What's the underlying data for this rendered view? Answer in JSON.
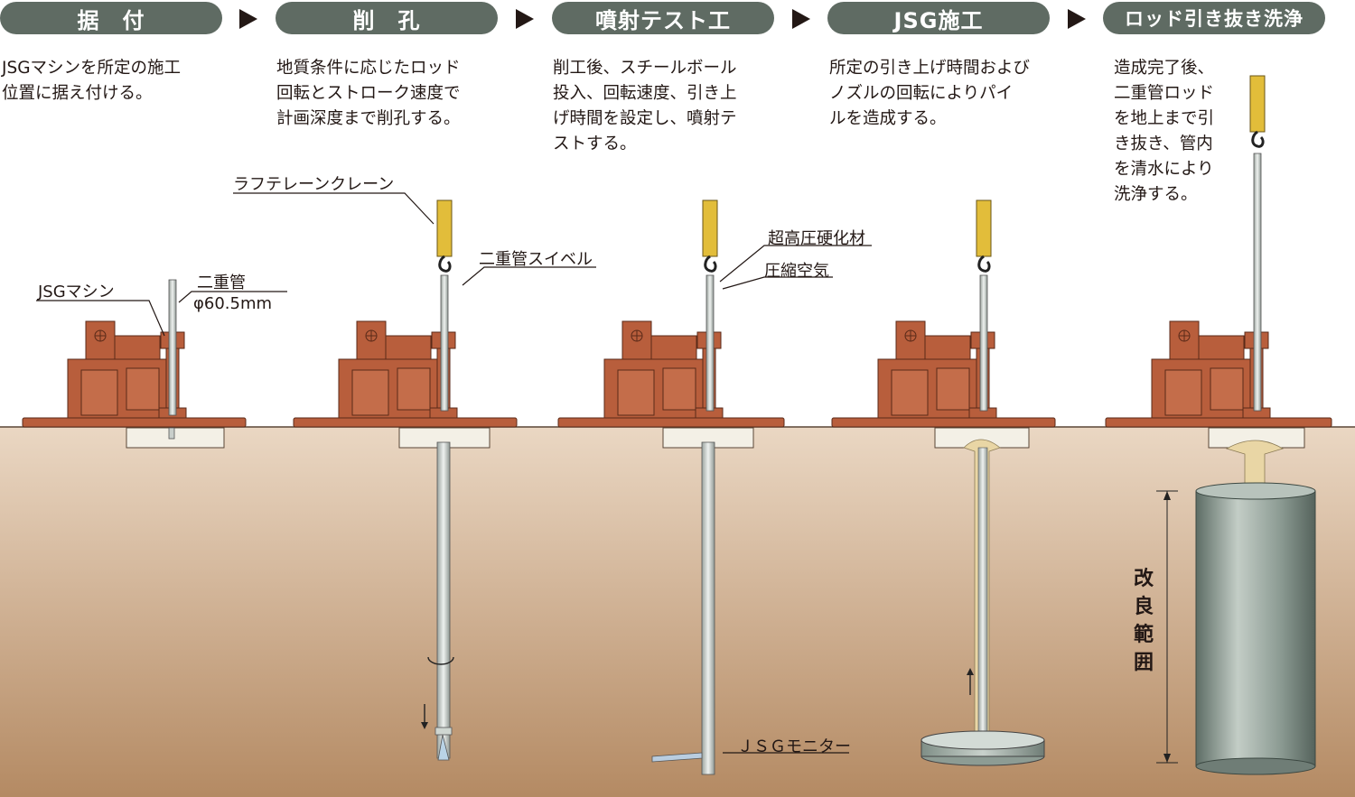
{
  "steps": [
    {
      "title": "据　付",
      "desc": "JSGマシンを所定の施工\n位置に据え付ける。"
    },
    {
      "title": "削　孔",
      "desc": "地質条件に応じたロッド\n回転とストローク速度で\n計画深度まで削孔する。"
    },
    {
      "title": "噴射テスト工",
      "desc": "削工後、スチールボール\n投入、回転速度、引き上\nげ時間を設定し、噴射テ\nストする。"
    },
    {
      "title": "JSG施工",
      "desc": "所定の引き上げ時間および\nノズルの回転によりパイ\nルを造成する。"
    },
    {
      "title": "ロッド引き抜き洗浄",
      "desc": "造成完了後、\n二重管ロッド\nを地上まで引\nき抜き、管内\nを清水により\n洗浄する。"
    }
  ],
  "labels": {
    "machine": "JSGマシン",
    "double_pipe": "二重管",
    "pipe_diameter": "φ60.5mm",
    "crane": "ラフテレーンクレーン",
    "swivel": "二重管スイベル",
    "grout": "超高圧硬化材",
    "air": "圧縮空気",
    "monitor": "ＪＳＧモニター",
    "improved_range": "改良範囲"
  },
  "colors": {
    "step_pill": "#5f6b63",
    "ground_top": "#ead7c3",
    "ground_bottom": "#b48a63",
    "machine": "#b85e3c",
    "crane_hook": "#e2bd3a",
    "column": "#93a39a",
    "grout": "#e9d6a5"
  }
}
